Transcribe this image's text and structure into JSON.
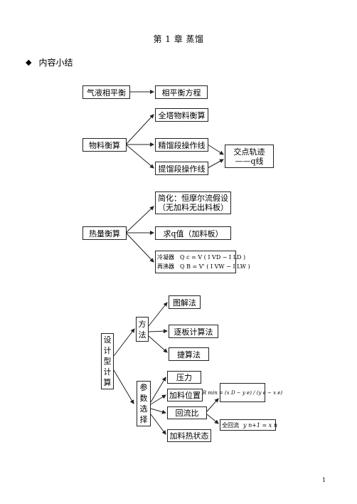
{
  "title": "第 1 章  蒸馏",
  "section": {
    "bullet": "◆",
    "label": "内容小结"
  },
  "vle": {
    "root": "气液相平衡",
    "child": "相平衡方程"
  },
  "material": {
    "root": "物料衡算",
    "children": [
      "全塔物料衡算",
      "精馏段操作线",
      "提馏段操作线"
    ],
    "result_line1": "交点轨迹",
    "result_line2": "——q线"
  },
  "heat": {
    "root": "热量衡算",
    "simplify_line1": "简化：恒摩尔流假设",
    "simplify_line2": "（无加料无出料板）",
    "q_value": "求q值（加料板）",
    "condenser_label": "冷凝器",
    "condenser_formula": "Q c = V ( I VD − I LD )",
    "reboiler_label": "再沸器",
    "reboiler_formula": "Q B = V' ( I VW − I LW )"
  },
  "design": {
    "root": "设计型计算",
    "root_chars": [
      "设",
      "计",
      "型",
      "计",
      "算"
    ],
    "method_chars": [
      "方",
      "法"
    ],
    "methods": [
      "图解法",
      "逐板计算法",
      "捷算法"
    ],
    "param_chars": [
      "参",
      "数",
      "选",
      "择"
    ],
    "params": [
      "压力",
      "加料位置",
      "回流比",
      "加料热状态"
    ],
    "rmin_formula": "R min = (x D − y e) / (y e − x e)",
    "total_reflux": "全回流",
    "total_reflux_formula": "y n+1 = x n"
  },
  "page_number": "1"
}
